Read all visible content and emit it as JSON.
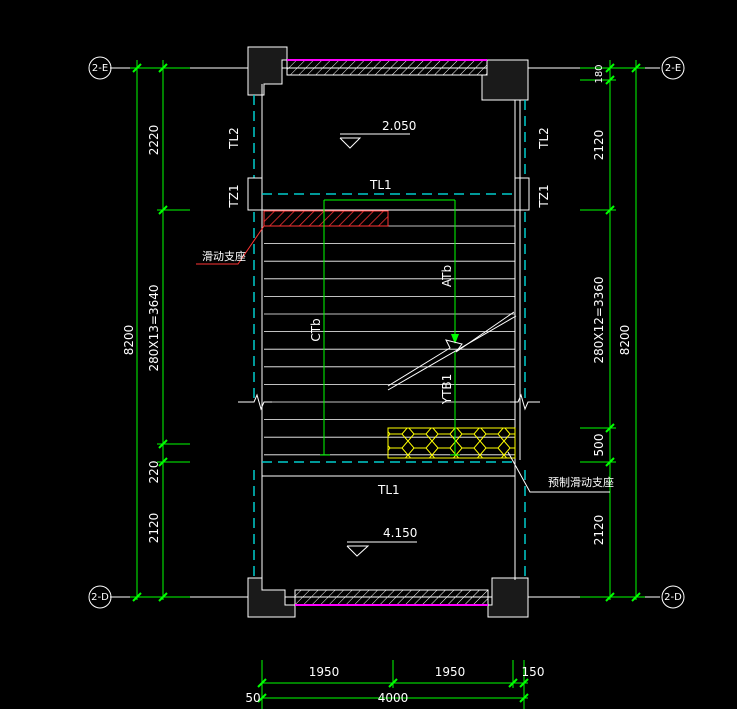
{
  "axes": {
    "top_label": "2-E",
    "bottom_label": "2-D"
  },
  "elevations": {
    "upper_landing": "2.050",
    "lower_landing": "4.150"
  },
  "members": {
    "tl1": "TL1",
    "tl2": "TL2",
    "tz1": "TZ1",
    "flight_ctb": "CTb",
    "flight_atb": "ATb",
    "flight_ytb": "YTB1"
  },
  "notes": {
    "slide_bearing": "滑动支座",
    "precast_slide_bearing": "预制滑动支座"
  },
  "dimensions": {
    "left_total": "8200",
    "left_upper": "2220",
    "left_flight": "280X13=3640",
    "left_gap": "220",
    "left_lower": "2120",
    "right_top": "180",
    "right_total": "8200",
    "right_upper": "2120",
    "right_flight": "280X12=3360",
    "right_gap": "500",
    "right_lower": "2120",
    "bottom_left": "1950",
    "bottom_right": "1950",
    "bottom_edge_right": "150",
    "bottom_edge_left": "50",
    "bottom_total": "4000"
  },
  "colors": {
    "background": "#000000",
    "dimension": "#00ff00",
    "wall": "#ffffff",
    "hatch_red": "#ff3333",
    "hex_yellow": "#ffff00",
    "beam_magenta": "#ff00ff",
    "axis_cyan": "#00cccc"
  }
}
